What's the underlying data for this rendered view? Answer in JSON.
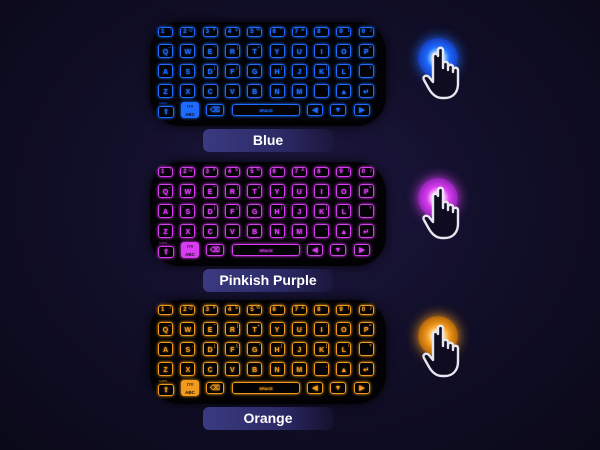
{
  "variants": [
    {
      "id": "blue",
      "label": "Blue",
      "color": "#1e6bff",
      "glow_outer": "#1537b8",
      "glow_core": "#9fd1ff"
    },
    {
      "id": "pinkish-purple",
      "label": "Pinkish Purple",
      "color": "#d83cf0",
      "glow_outer": "#8a1fae",
      "glow_core": "#ffc0ff"
    },
    {
      "id": "orange",
      "label": "Orange",
      "color": "#f29a1c",
      "glow_outer": "#a85c05",
      "glow_core": "#ffd89a"
    }
  ],
  "keyboard": {
    "number_row": [
      {
        "main": "1",
        "sub": "!"
      },
      {
        "main": "2",
        "sub": "@"
      },
      {
        "main": "3",
        "sub": "#"
      },
      {
        "main": "4",
        "sub": "$"
      },
      {
        "main": "5",
        "sub": "%"
      },
      {
        "main": "6",
        "sub": "^"
      },
      {
        "main": "7",
        "sub": "&"
      },
      {
        "main": "8",
        "sub": "*"
      },
      {
        "main": "9",
        "sub": "("
      },
      {
        "main": "0",
        "sub": ")"
      }
    ],
    "row_q": [
      {
        "main": "Q",
        "sub": "~"
      },
      {
        "main": "W",
        "sub": ""
      },
      {
        "main": "E",
        "sub": "\""
      },
      {
        "main": "R",
        "sub": "|"
      },
      {
        "main": "T",
        "sub": "+"
      },
      {
        "main": "Y",
        "sub": "-"
      },
      {
        "main": "U",
        "sub": "_"
      },
      {
        "main": "I",
        "sub": ":"
      },
      {
        "main": "O",
        "sub": "-"
      },
      {
        "main": "P",
        "sub": "="
      }
    ],
    "row_a": [
      {
        "main": "A",
        "sub": ""
      },
      {
        "main": "S",
        "sub": "."
      },
      {
        "main": "D",
        "sub": "["
      },
      {
        "main": "F",
        "sub": "{"
      },
      {
        "main": "G",
        "sub": "'"
      },
      {
        "main": "H",
        "sub": "}"
      },
      {
        "main": "J",
        "sub": ";"
      },
      {
        "main": "K",
        "sub": "]"
      },
      {
        "main": "L",
        "sub": "/"
      },
      {
        "main": "",
        "sub": "?"
      }
    ],
    "row_z": [
      {
        "main": "Z",
        "sub": ""
      },
      {
        "main": "X",
        "sub": ""
      },
      {
        "main": "C",
        "sub": ""
      },
      {
        "main": "V",
        "sub": ""
      },
      {
        "main": "B",
        "sub": ""
      },
      {
        "main": "N",
        "sub": ""
      },
      {
        "main": "M",
        "sub": ""
      },
      {
        "main": "",
        "sub": ","
      },
      {
        "main": "▲",
        "sub": ""
      },
      {
        "main": "↵",
        "sub": ""
      }
    ],
    "bottom_row": {
      "fn_caption": "CAPS",
      "shift_glyph": "⇧",
      "symbol_top": "!?#",
      "symbol_bottom": "ABC",
      "backspace_glyph": "⌫",
      "space_label": "SPACE",
      "left_glyph": "◀",
      "down_glyph": "▼",
      "right_glyph": "▶"
    }
  }
}
